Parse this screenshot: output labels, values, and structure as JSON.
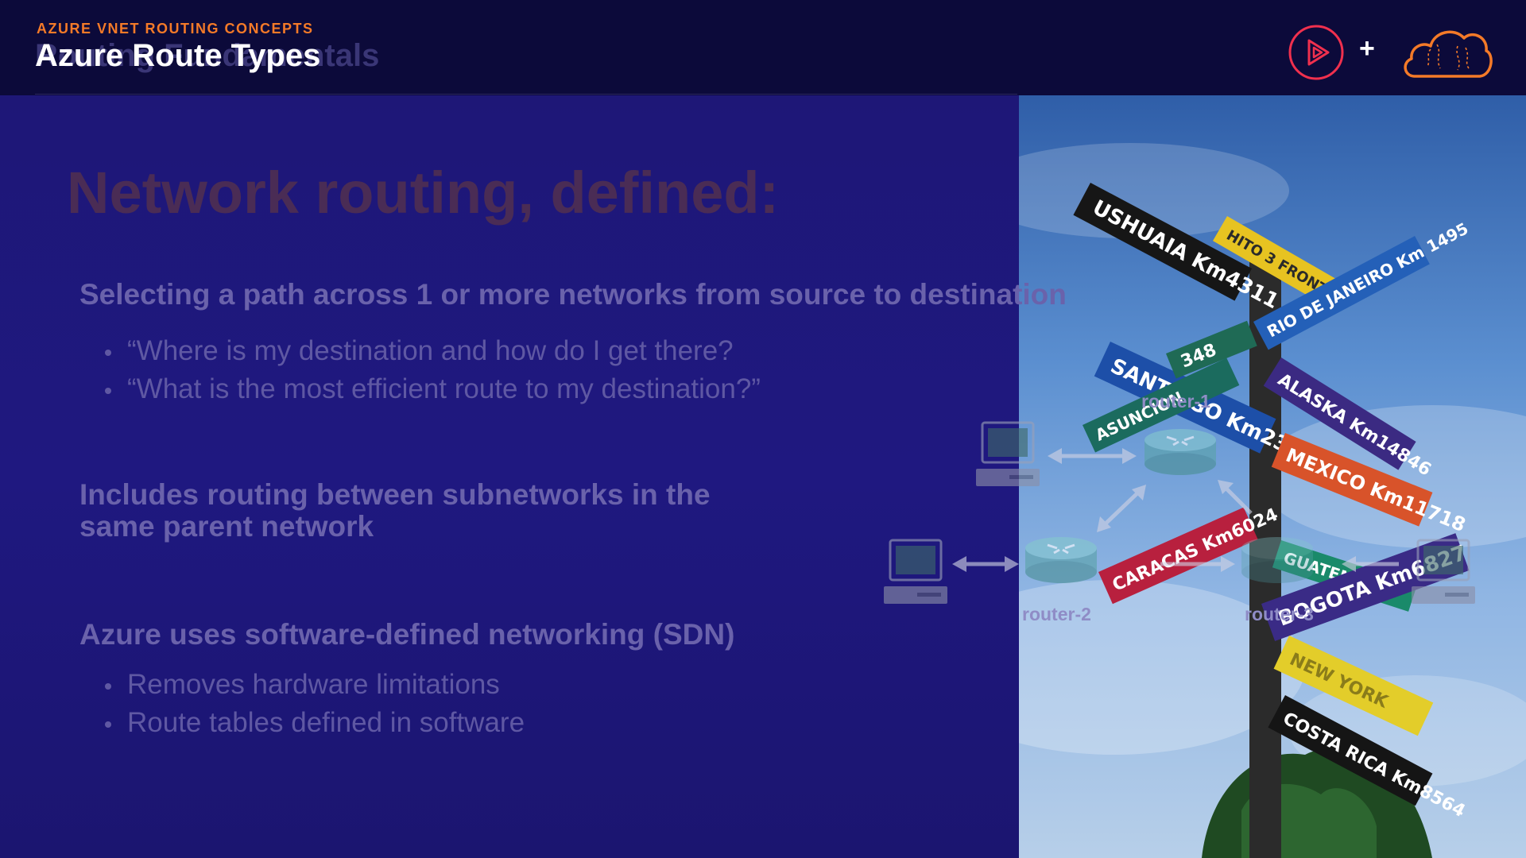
{
  "header": {
    "eyebrow": "AZURE VNET ROUTING CONCEPTS",
    "title_ghost": "Routing Fundamentals",
    "title": "Azure Route Types",
    "logos": {
      "play_icon": "play-circle-icon",
      "plus": "+",
      "cloud_icon": "cloud-brain-icon",
      "play_color": "#f0304e",
      "cloud_color": "#f47a28"
    }
  },
  "slide": {
    "heading": "Network routing, defined:",
    "sections": [
      {
        "subhead": "Selecting a path across 1 or more networks from source to destination",
        "bullets": [
          "“Where is my destination and how do I get there?",
          "“What is the most efficient route to my destination?”"
        ]
      },
      {
        "subhead_lines": [
          "Includes routing between subnetworks in the",
          "same parent network"
        ]
      },
      {
        "subhead": "Azure uses software-defined networking (SDN)",
        "bullets": [
          "Removes hardware limitations",
          "Route tables defined in software"
        ]
      }
    ]
  },
  "diagram": {
    "router_labels": [
      "router-1",
      "router-2",
      "router-3"
    ]
  },
  "signpost": {
    "signs": [
      "USHUAIA Km4311",
      "HITO 3 FRONT.",
      "RIO DE JANEIRO Km 1495",
      "SANTIAGO Km2321",
      "348",
      "ASUNCION",
      "ALASKA Km14846",
      "MEXICO Km11718",
      "CARACAS Km6024",
      "GUATEMALA",
      "BOGOTA Km6827",
      "NEW YORK",
      "COSTA RICA Km8564"
    ]
  }
}
